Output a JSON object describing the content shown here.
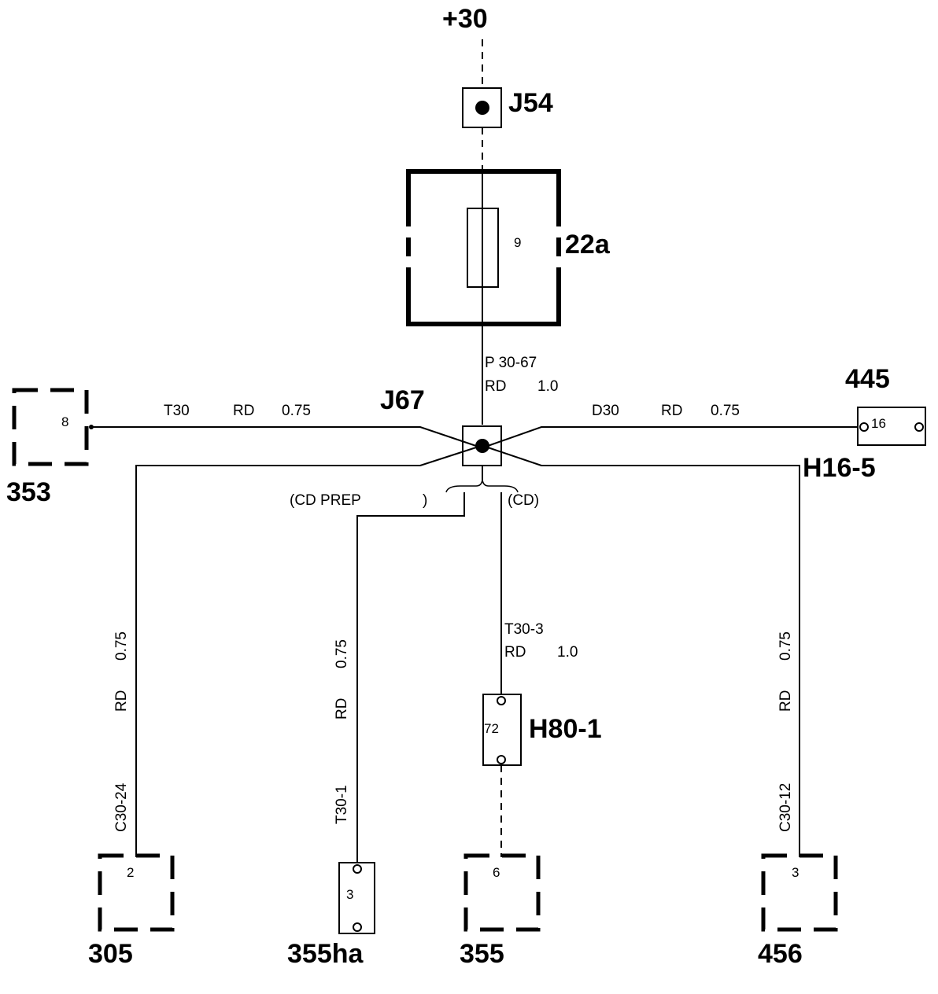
{
  "supply": {
    "label": "+30"
  },
  "junctions": {
    "j54": "J54",
    "j67": "J67"
  },
  "fuse": {
    "box_label": "22a",
    "number": "9"
  },
  "wire_main": {
    "code": "P 30-67",
    "color": "RD",
    "size": "1.0"
  },
  "wire_left": {
    "code": "T30",
    "color": "RD",
    "size": "0.75"
  },
  "wire_right": {
    "code": "D30",
    "color": "RD",
    "size": "0.75"
  },
  "branch_labels": {
    "cd_prep": "(CD PREP",
    "cd_prep_close": ")",
    "cd": "(CD)"
  },
  "wire_305": {
    "code": "C30-24",
    "color": "RD",
    "size": "0.75"
  },
  "wire_355ha": {
    "code": "T30-1",
    "color": "RD",
    "size": "0.75"
  },
  "wire_355": {
    "code": "T30-3",
    "color": "RD",
    "size": "1.0"
  },
  "wire_456": {
    "code": "C30-12",
    "color": "RD",
    "size": "0.75"
  },
  "components": {
    "c353": {
      "label": "353",
      "pin": "8"
    },
    "c445": {
      "label": "445",
      "pin": "16"
    },
    "h16": {
      "label": "H16-5"
    },
    "h80": {
      "label": "H80-1",
      "pin": "72"
    },
    "c305": {
      "label": "305",
      "pin": "2"
    },
    "c355ha": {
      "label": "355ha",
      "pin": "3"
    },
    "c355": {
      "label": "355",
      "pin": "6"
    },
    "c456": {
      "label": "456",
      "pin": "3"
    }
  }
}
